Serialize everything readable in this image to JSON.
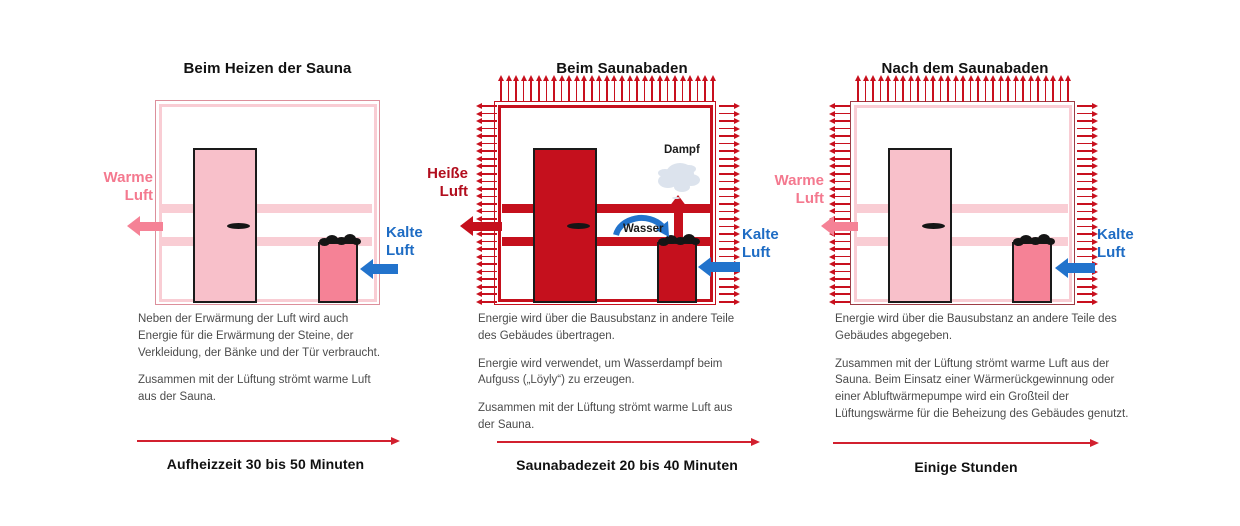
{
  "colors": {
    "light_pink": "#f8c0ca",
    "mid_pink": "#f58296",
    "pink_text": "#f4798f",
    "dark_red": "#c5101d",
    "dark_red_text": "#b20e1e",
    "blue": "#2273cc",
    "blue_text": "#1e6cc4",
    "timeline_red": "#d2202f",
    "cloud_gray_blue": "#dce3ed",
    "body_text_gray": "#4b4b4b",
    "heading_black": "#111111"
  },
  "panels": [
    {
      "title": "Beim Heizen der Sauna",
      "warm_air_label": "Warme\nLuft",
      "cold_air_label": "Kalte\nLuft",
      "paragraphs": [
        "Neben der Erwärmung der Luft wird auch Energie für die Erwärmung der Steine, der Verkleidung, der Bänke und der Tür verbraucht.",
        "Zusammen mit der Lüftung strömt warme Luft aus der Sauna."
      ],
      "duration_label": "Aufheizzeit 30 bis 50 Minuten"
    },
    {
      "title": "Beim Saunabaden",
      "hot_air_label": "Heiße\nLuft",
      "cold_air_label": "Kalte\nLuft",
      "steam_label": "Dampf",
      "water_label": "Wasser",
      "paragraphs": [
        "Energie wird über die Bausubstanz in andere Teile des Gebäudes übertragen.",
        "Energie wird verwendet, um Wasserdampf beim Aufguss („Löyly“) zu erzeugen.",
        "Zusammen mit der Lüftung strömt warme Luft aus der Sauna."
      ],
      "duration_label": "Saunabadezeit 20 bis 40 Minuten"
    },
    {
      "title": "Nach dem Saunabaden",
      "warm_air_label": "Warme\nLuft",
      "cold_air_label": "Kalte\nLuft",
      "paragraphs": [
        "Energie wird über die Bausubstanz an andere Teile des Gebäudes abgegeben.",
        "Zusammen mit der Lüftung strömt warme Luft aus der Sauna. Beim Einsatz einer Wärmerückgewinnung oder einer Abluftwärmepumpe wird ein Großteil der Lüftungswärme für die Beheizung des Gebäudes genutzt."
      ],
      "duration_label": "Einige Stunden"
    }
  ]
}
